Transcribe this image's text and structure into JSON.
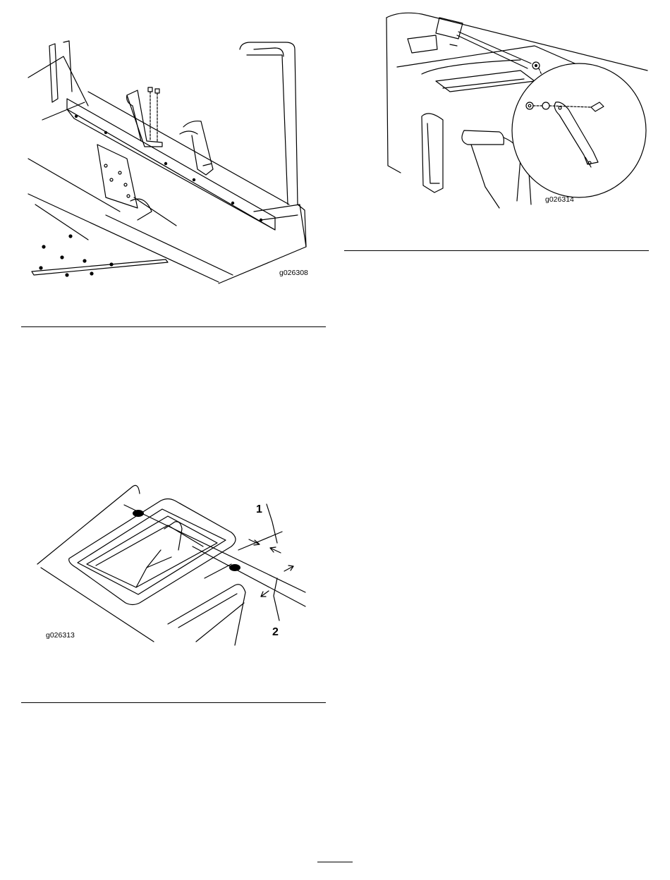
{
  "figures": [
    {
      "id": "g026308"
    },
    {
      "id": "g026314"
    },
    {
      "id": "g026313",
      "callouts": [
        "1",
        "2"
      ]
    }
  ]
}
